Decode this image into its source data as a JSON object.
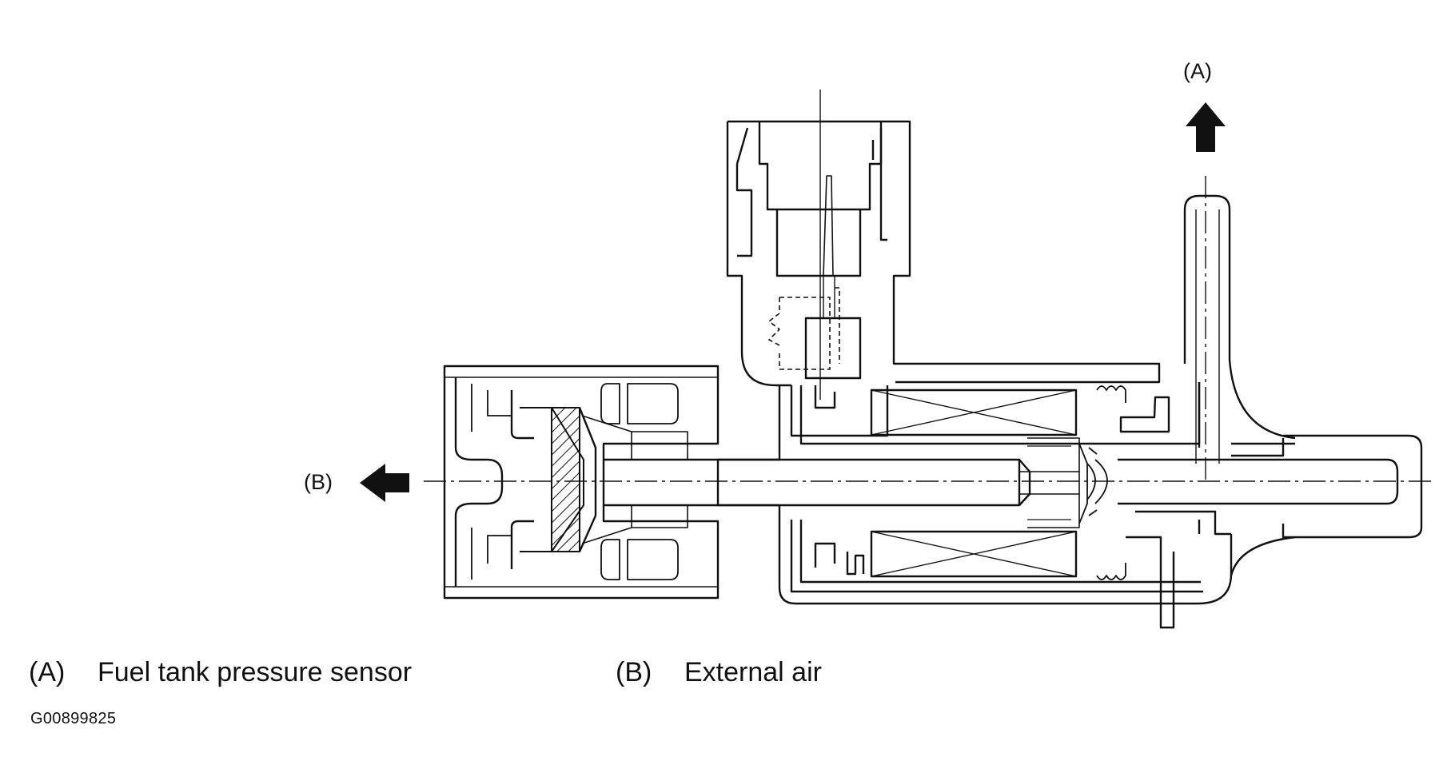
{
  "callouts": {
    "a": "(A)",
    "b": "(B)"
  },
  "legend": [
    {
      "key": "(A)",
      "text": "Fuel tank pressure sensor"
    },
    {
      "key": "(B)",
      "text": "External air"
    }
  ],
  "figure_id": "G00899825",
  "colors": {
    "line": "#111111",
    "background": "#ffffff"
  }
}
